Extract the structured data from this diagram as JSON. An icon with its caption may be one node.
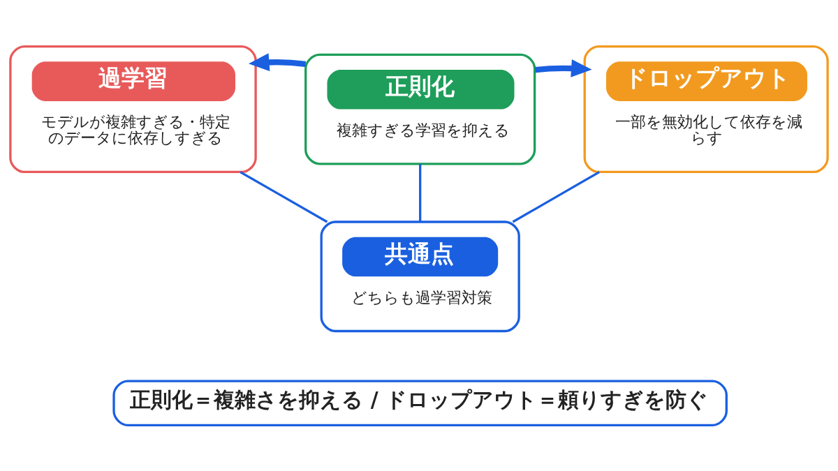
{
  "diagram": {
    "nodes": [
      {
        "text": [
          "過学習",
          "モデルが複雑すぎる・特定のデータに依存しすぎる"
        ]
      },
      {
        "text": [
          "正則化",
          "複雑すぎる学習を抑える"
        ]
      },
      {
        "text": [
          "ドロップアウト",
          "一部を無効化して依存を減らす"
        ]
      },
      {
        "text": [
          "共通点",
          "どちらも過学習対策"
        ]
      },
      {
        "text": [
          "正則化＝複雑さを抑える / ドロップアウト＝頼りすぎを防ぐ"
        ]
      }
    ],
    "edges": [
      {
        "from": 1,
        "to": 0,
        "arrow": "to",
        "style": "thick"
      },
      {
        "from": 1,
        "to": 2,
        "arrow": "to",
        "style": "thick"
      },
      {
        "from": 0,
        "to": 3,
        "arrow": "none"
      },
      {
        "from": 1,
        "to": 3,
        "arrow": "none"
      },
      {
        "from": 2,
        "to": 3,
        "arrow": "none"
      }
    ]
  }
}
